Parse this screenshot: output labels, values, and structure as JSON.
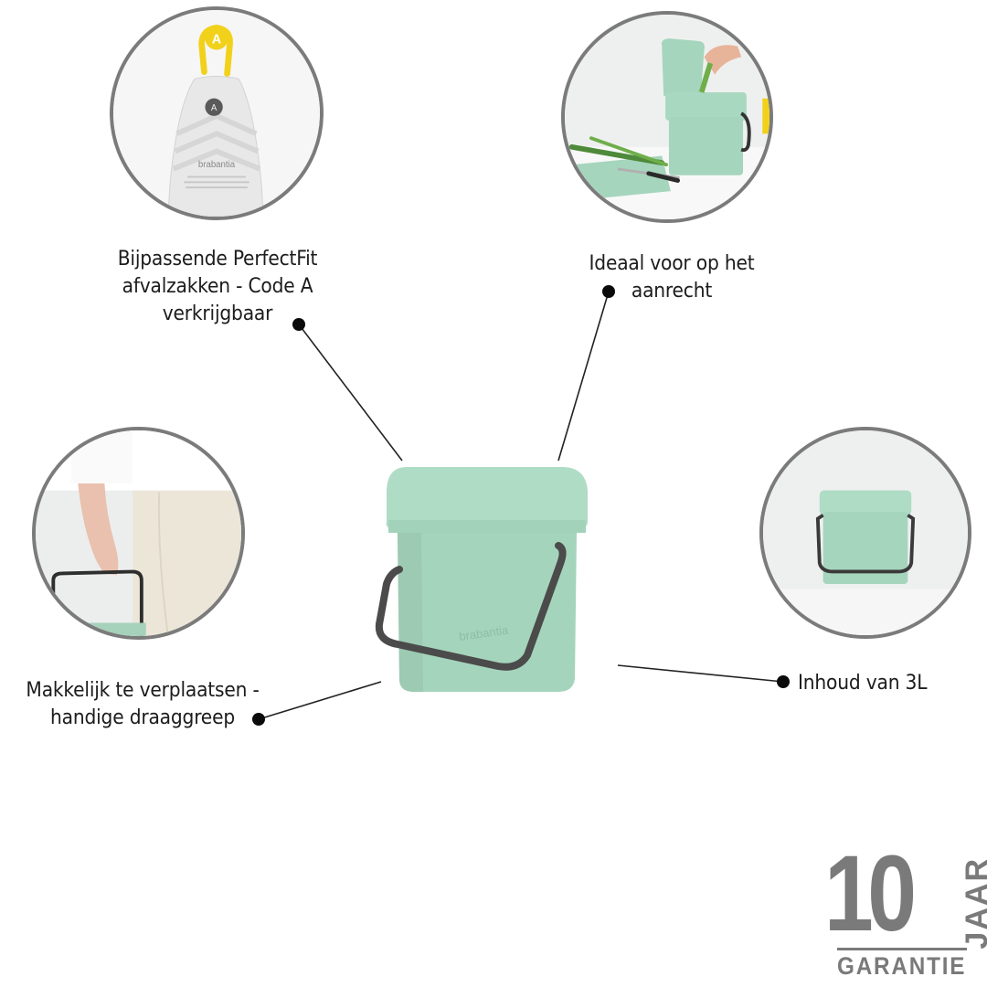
{
  "features": [
    {
      "id": "bags",
      "lines": [
        "Bijpassende PerfectFit",
        "afvalzakken - Code A",
        "verkrijgbaar"
      ],
      "image": "perfectfit-bag-code-a",
      "bag_code": "A",
      "bag_brand": "brabantia"
    },
    {
      "id": "countertop",
      "lines": [
        "Ideaal voor op het",
        "aanrecht"
      ],
      "image": "bin-on-countertop-with-spring-onions"
    },
    {
      "id": "carry",
      "lines": [
        "Makkelijk te verplaatsen -",
        "handige draaggreep"
      ],
      "image": "hand-carrying-bin-by-handle"
    },
    {
      "id": "capacity",
      "lines": [
        "Inhoud van 3L"
      ],
      "image": "bin-front-view"
    }
  ],
  "product": {
    "brand": "brabantia",
    "color": "#a8dcc2",
    "handle_color": "#4a4a4a"
  },
  "warranty": {
    "number": "10",
    "unit": "JAAR",
    "label": "GARANTIE",
    "color": "#7a7a7a"
  },
  "colors": {
    "circle_border": "#7b7b7b",
    "text": "#1c1c1c",
    "dot": "#0a0a0a",
    "bag_tag": "#f2d11a"
  }
}
